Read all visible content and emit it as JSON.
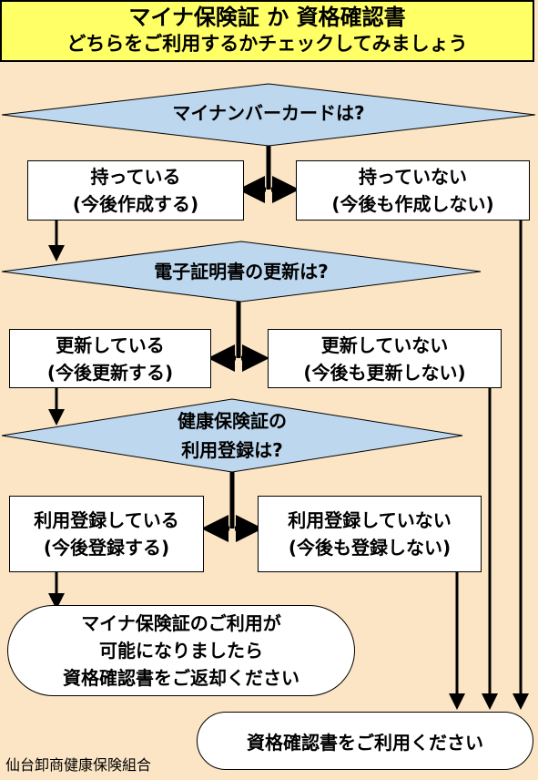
{
  "header": {
    "title": "マイナ保険証 か 資格確認書",
    "subtitle": "どちらをご利用するかチェックしてみましょう"
  },
  "q1": {
    "text": "マイナンバーカードは?"
  },
  "q1_yes": {
    "line1": "持っている",
    "line2": "(今後作成する)"
  },
  "q1_no": {
    "line1": "持っていない",
    "line2": "(今後も作成しない)"
  },
  "q2": {
    "text": "電子証明書の更新は?"
  },
  "q2_yes": {
    "line1": "更新している",
    "line2": "(今後更新する)"
  },
  "q2_no": {
    "line1": "更新していない",
    "line2": "(今後も更新しない)"
  },
  "q3": {
    "line1": "健康保険証の",
    "line2": "利用登録は?"
  },
  "q3_yes": {
    "line1": "利用登録している",
    "line2": "(今後登録する)"
  },
  "q3_no": {
    "line1": "利用登録していない",
    "line2": "(今後も登録しない)"
  },
  "result_mynacard": {
    "line1": "マイナ保険証のご利用が",
    "line2": "可能になりましたら",
    "line3": "資格確認書をご返却ください"
  },
  "result_certificate": {
    "text": "資格確認書をご利用ください"
  },
  "footer": {
    "org": "仙台卸商健康保険組合"
  },
  "colors": {
    "background": "#fbe5c4",
    "header_bg": "#ffff66",
    "diamond_fill": "#bdd7ee"
  }
}
